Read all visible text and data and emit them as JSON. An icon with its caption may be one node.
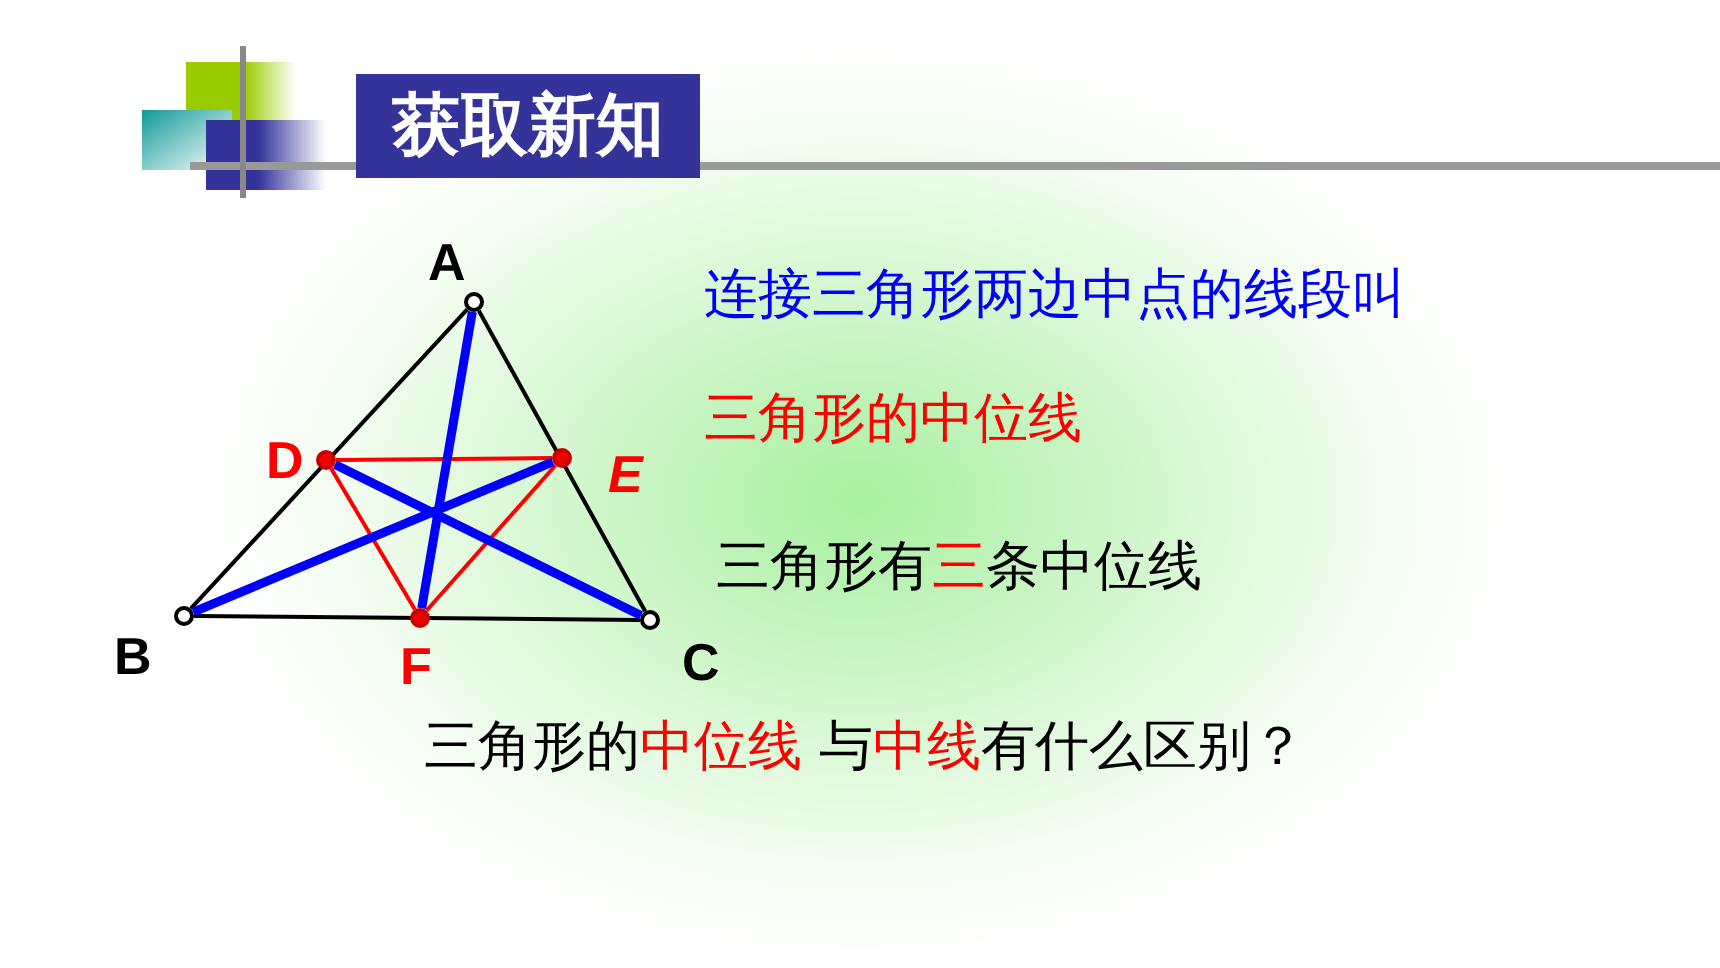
{
  "diagram": {
    "title": "获取新知",
    "nodes": [
      {
        "text": [],
        "shape": "circle",
        "beside": [
          "A"
        ]
      },
      {
        "text": [],
        "shape": "circle",
        "beside": [
          "B"
        ]
      },
      {
        "text": [],
        "shape": "circle",
        "beside": [
          "C"
        ]
      },
      {
        "text": [],
        "shape": "circle",
        "beside": [
          "D"
        ]
      },
      {
        "text": [],
        "shape": "circle",
        "beside": [
          "E"
        ]
      },
      {
        "text": [],
        "shape": "circle",
        "beside": [
          "F"
        ]
      }
    ],
    "edges": [
      {
        "from": 0,
        "to": 1,
        "arrow": "none"
      },
      {
        "from": 1,
        "to": 2,
        "arrow": "none"
      },
      {
        "from": 2,
        "to": 0,
        "arrow": "none"
      },
      {
        "from": 3,
        "to": 4,
        "arrow": "none",
        "color": "#ff0000"
      },
      {
        "from": 4,
        "to": 5,
        "arrow": "none",
        "color": "#ff0000"
      },
      {
        "from": 5,
        "to": 3,
        "arrow": "none",
        "color": "#ff0000"
      },
      {
        "from": 0,
        "to": 5,
        "arrow": "none",
        "style": "thick",
        "color": "#0000ff"
      },
      {
        "from": 1,
        "to": 4,
        "arrow": "none",
        "style": "thick",
        "color": "#0000ff"
      },
      {
        "from": 2,
        "to": 3,
        "arrow": "none",
        "style": "thick",
        "color": "#0000ff"
      }
    ],
    "labels": [
      "连接三角形两边中点的线段叫",
      "三角形的中位线",
      "三角形有三条中位线",
      "三角形的中位线 与中线有什么区别？"
    ]
  }
}
